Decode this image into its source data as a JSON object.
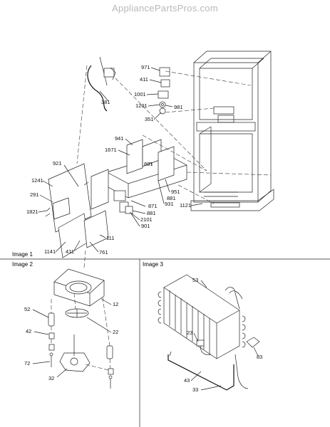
{
  "watermark": "AppliancePartsPros.com",
  "sections": {
    "image1": "Image 1",
    "image2": "Image 2",
    "image3": "Image 3"
  },
  "image1_parts": [
    "971",
    "411",
    "1001",
    "1201",
    "981",
    "351",
    "381",
    "941",
    "1671",
    "921",
    "881",
    "1241",
    "291",
    "1821",
    "951",
    "881",
    "931",
    "871",
    "881",
    "2101",
    "901",
    "111",
    "1141",
    "411",
    "761",
    "1121"
  ],
  "image2_parts": [
    "12",
    "52",
    "22",
    "42",
    "72",
    "32"
  ],
  "image3_parts": [
    "53",
    "23",
    "83",
    "43",
    "33"
  ]
}
